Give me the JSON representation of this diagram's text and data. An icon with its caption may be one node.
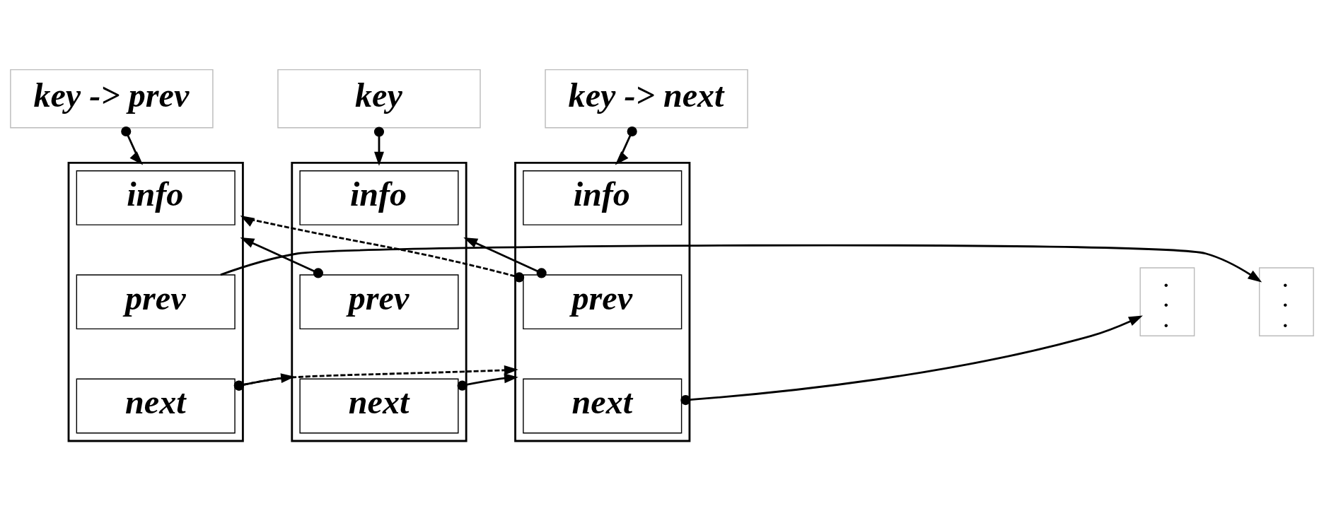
{
  "diagram": {
    "nodes": [
      {
        "text": [
          "key -> prev"
        ]
      },
      {
        "text": [
          "key"
        ]
      },
      {
        "text": [
          "key -> next"
        ]
      },
      {
        "text": [
          ".",
          ".",
          "."
        ]
      },
      {
        "text": [],
        "shape": "box"
      },
      {
        "text": [
          "info"
        ],
        "in": 4
      },
      {
        "text": [
          "prev"
        ],
        "in": 4
      },
      {
        "text": [
          "next"
        ],
        "in": 4
      },
      {
        "text": [],
        "shape": "box"
      },
      {
        "text": [
          "info"
        ],
        "in": 8
      },
      {
        "text": [
          "prev"
        ],
        "in": 8
      },
      {
        "text": [
          "next"
        ],
        "in": 8
      },
      {
        "text": [],
        "shape": "box"
      },
      {
        "text": [
          "info"
        ],
        "in": 12
      },
      {
        "text": [
          "prev"
        ],
        "in": 12
      },
      {
        "text": [
          "next"
        ],
        "in": 12
      },
      {
        "text": [
          ".",
          ".",
          "."
        ]
      }
    ],
    "edges": [
      {
        "from": 0,
        "to": 4,
        "arrow": "to"
      },
      {
        "from": 1,
        "to": 8,
        "arrow": "to"
      },
      {
        "from": 2,
        "to": 12,
        "arrow": "to"
      },
      {
        "from": 6,
        "to": 3,
        "arrow": "to"
      },
      {
        "from": 7,
        "to": 8,
        "arrow": "to"
      },
      {
        "from": 10,
        "to": 4,
        "arrow": "to"
      },
      {
        "from": 11,
        "to": 12,
        "arrow": "to"
      },
      {
        "from": 14,
        "to": 8,
        "arrow": "to"
      },
      {
        "from": 15,
        "to": 16,
        "arrow": "to"
      },
      {
        "from": 7,
        "to": 12,
        "arrow": "to",
        "style": "dashed"
      },
      {
        "from": 14,
        "to": 4,
        "arrow": "to",
        "style": "dashed"
      }
    ]
  }
}
